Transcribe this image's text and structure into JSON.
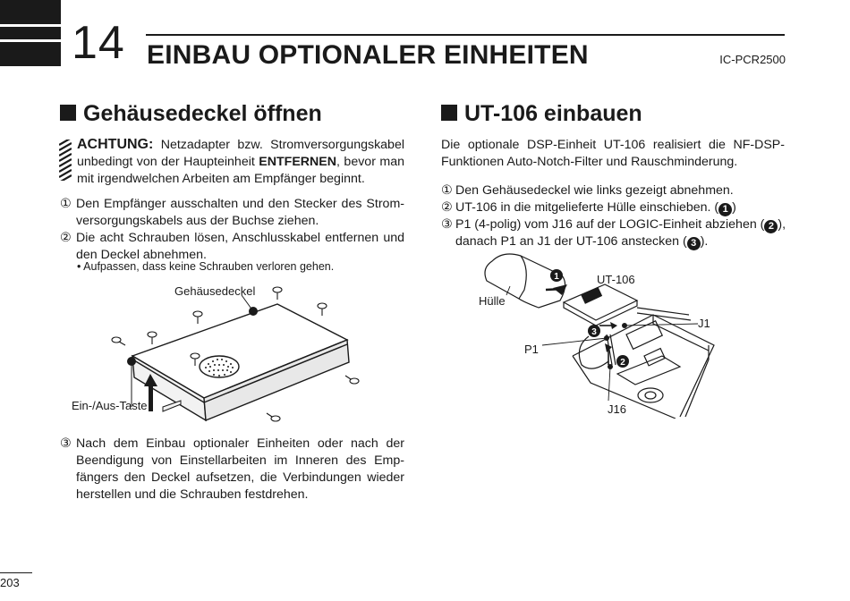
{
  "header": {
    "chapter_number": "14",
    "chapter_title": "EINBAU OPTIONALER EINHEITEN",
    "model": "IC-PCR2500"
  },
  "left": {
    "title": "Gehäusedeckel öffnen",
    "caution": {
      "label": "ACHTUNG:",
      "line1_rest": "Netzadapter bzw. Stromversorgungskabel",
      "line2_pre": "unbedingt von der Haupteinheit",
      "line2_bold": "ENTFERNEN",
      "line2_post": ", bevor man",
      "line3": "mit irgendwelchen Arbeiten am Empfänger beginnt."
    },
    "steps": [
      {
        "marker": "①",
        "lines": [
          "Den Empfänger ausschalten und den Stecker des Strom-",
          "versorgungskabels aus der Buchse ziehen."
        ]
      },
      {
        "marker": "②",
        "lines": [
          "Die acht Schrauben lösen, Anschlusskabel entfernen und",
          "den Deckel abnehmen."
        ]
      }
    ],
    "note": "• Aufpassen, dass keine Schrauben verloren gehen.",
    "figure": {
      "label_cover": "Gehäusedeckel",
      "label_switch": "Ein-/Aus-Taste"
    },
    "step3": {
      "marker": "③",
      "lines": [
        "Nach dem Einbau optionaler Einheiten oder nach der",
        "Beendigung von Einstellarbeiten im Inneren des Emp-",
        "fängers den Deckel aufsetzen, die Verbindungen wieder",
        "herstellen und die Schrauben festdrehen."
      ]
    }
  },
  "right": {
    "title": "UT-106 einbauen",
    "intro": [
      "Die optionale DSP-Einheit UT-106 realisiert die NF-DSP-",
      "Funktionen Auto-Notch-Filter und Rauschminderung."
    ],
    "steps": [
      {
        "marker": "①",
        "text": "Den Gehäusedeckel wie links gezeigt abnehmen."
      },
      {
        "marker": "②",
        "text_pre": "UT-106 in die mitgelieferte Hülle einschieben. (",
        "badge": "1",
        "text_post": ")"
      },
      {
        "marker": "③",
        "line1_pre": "P1 (4-polig) vom J16 auf der LOGIC-Einheit abziehen (",
        "badge1": "2",
        "line1_post": "),",
        "line2_pre": "danach P1 an J1 der UT-106 anstecken (",
        "badge2": "3",
        "line2_post": ")."
      }
    ],
    "figure": {
      "label_ut106": "UT-106",
      "label_huelle": "Hülle",
      "label_j1": "J1",
      "label_p1": "P1",
      "label_j16": "J16",
      "badge1": "1",
      "badge2": "2",
      "badge3": "3"
    }
  },
  "footer": {
    "page_number": "203"
  }
}
